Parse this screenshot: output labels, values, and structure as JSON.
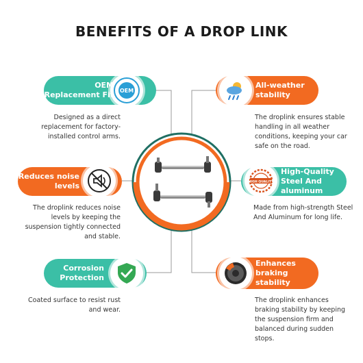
{
  "title": "BENEFITS OF A DROP LINK",
  "colors": {
    "teal": "#3bbfa6",
    "orange": "#f26a21",
    "connector": "#9a9a9a"
  },
  "benefits": [
    {
      "label": "OEM Replacement Fit",
      "icon": "oem-badge-icon",
      "icon_text": "OEM",
      "description": "Designed as a direct replacement for factory-installed control arms."
    },
    {
      "label": "All-weather stability",
      "icon": "weather-icon",
      "description": "The droplink ensures stable handling in all weather conditions, keeping your car safe on the road."
    },
    {
      "label": "Reduces noise levels",
      "icon": "noise-off-icon",
      "description": "The droplink reduces noise levels by keeping the suspension tightly connected and stable."
    },
    {
      "label": "High-Quality Steel And aluminum",
      "icon": "high-quality-stamp-icon",
      "icon_text": "HIGH QUALITY",
      "description": "Made from high-strength Steel And Aluminum for long life."
    },
    {
      "label": "Corrosion Protection",
      "icon": "shield-check-icon",
      "description": "Coated surface to resist rust and wear."
    },
    {
      "label": "Enhances braking stability",
      "icon": "brake-disc-icon",
      "description": "The droplink enhances braking stability by keeping the suspension firm and balanced during sudden stops."
    }
  ]
}
